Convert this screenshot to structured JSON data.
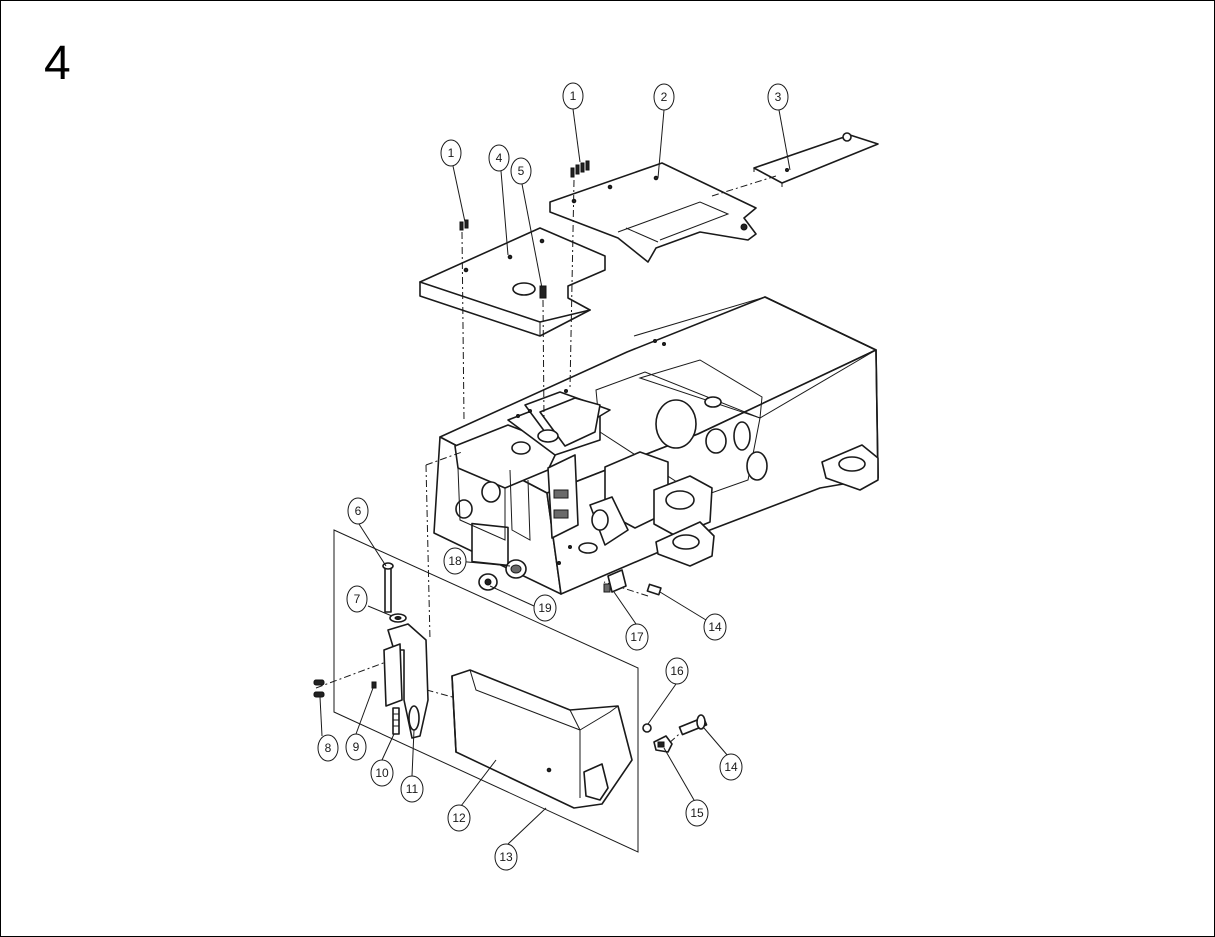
{
  "figure": {
    "number": "4"
  },
  "callouts": [
    {
      "id": "c1a",
      "label": "1"
    },
    {
      "id": "c1b",
      "label": "1"
    },
    {
      "id": "c2",
      "label": "2"
    },
    {
      "id": "c3",
      "label": "3"
    },
    {
      "id": "c4",
      "label": "4"
    },
    {
      "id": "c5",
      "label": "5"
    },
    {
      "id": "c6",
      "label": "6"
    },
    {
      "id": "c7",
      "label": "7"
    },
    {
      "id": "c8",
      "label": "8"
    },
    {
      "id": "c9",
      "label": "9"
    },
    {
      "id": "c10",
      "label": "10"
    },
    {
      "id": "c11",
      "label": "11"
    },
    {
      "id": "c12",
      "label": "12"
    },
    {
      "id": "c13",
      "label": "13"
    },
    {
      "id": "c14a",
      "label": "14"
    },
    {
      "id": "c14b",
      "label": "14"
    },
    {
      "id": "c15",
      "label": "15"
    },
    {
      "id": "c16",
      "label": "16"
    },
    {
      "id": "c17",
      "label": "17"
    },
    {
      "id": "c18",
      "label": "18"
    },
    {
      "id": "c19",
      "label": "19"
    }
  ],
  "parts": [
    "screw",
    "bed-plate-right",
    "slide-plate",
    "bed-plate-left",
    "pin",
    "hinge-pin",
    "washer",
    "screw-small",
    "set-screw",
    "stud",
    "hinge-bracket",
    "side-cover",
    "cover-assembly",
    "screw-large",
    "latch",
    "nut",
    "catch-clip",
    "oil-cap",
    "plug",
    "machine-bed"
  ]
}
